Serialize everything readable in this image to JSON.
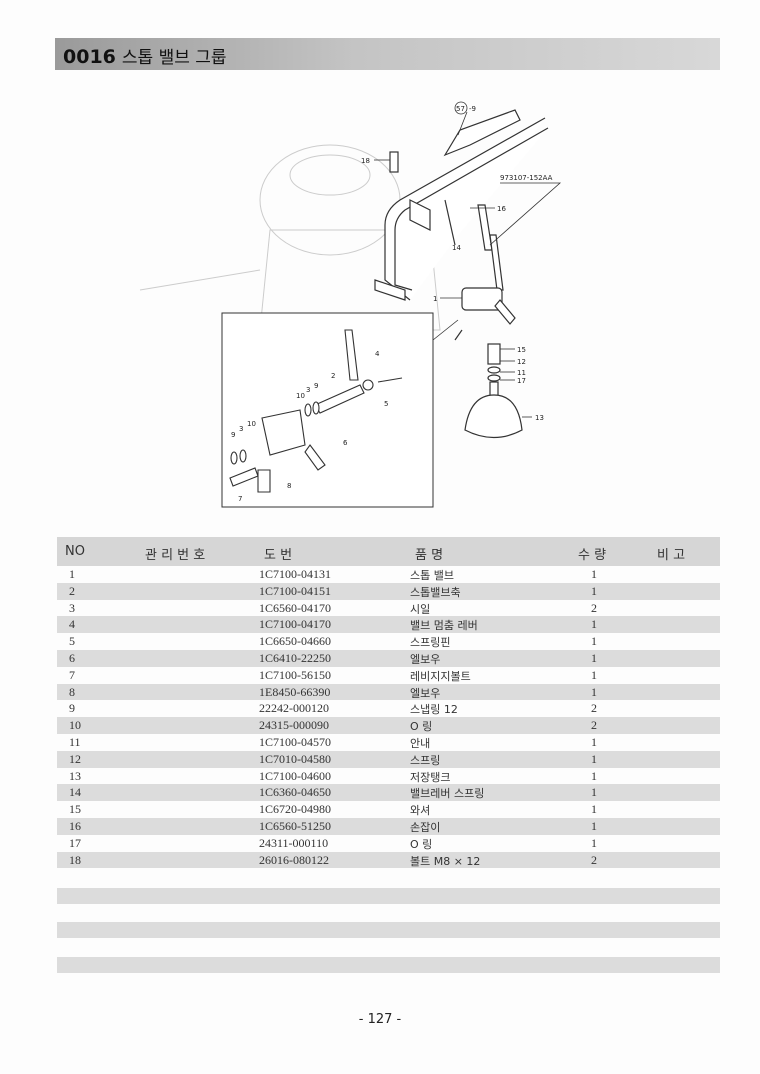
{
  "header": {
    "code": "0016",
    "title": "스톱 밸브 그룹"
  },
  "diagram": {
    "callouts": {
      "ref": "57",
      "ref_suffix": "-9",
      "drawing_no": "973107-152AA",
      "c18": "18",
      "c16": "16",
      "c14": "14",
      "c1": "1",
      "c15": "15",
      "c12": "12",
      "c11": "11",
      "c17": "17",
      "c13": "13",
      "c4": "4",
      "c2": "2",
      "c3a": "3",
      "c9a": "9",
      "c10a": "10",
      "c5": "5",
      "c6": "6",
      "c10b": "10",
      "c3b": "3",
      "c9b": "9",
      "c7": "7",
      "c8": "8"
    }
  },
  "table": {
    "headers": {
      "no": "NO",
      "mgmt": "관 리 번 호",
      "drawing": "도     번",
      "name": "품     명",
      "qty": "수 량",
      "note": "비   고"
    },
    "rows": [
      {
        "no": "1",
        "part": "1C7100-04131",
        "name": "스톱 밸브",
        "qty": "1"
      },
      {
        "no": "2",
        "part": "1C7100-04151",
        "name": "스톱밸브축",
        "qty": "1"
      },
      {
        "no": "3",
        "part": "1C6560-04170",
        "name": "시일",
        "qty": "2"
      },
      {
        "no": "4",
        "part": "1C7100-04170",
        "name": "밸브 멈춤 레버",
        "qty": "1"
      },
      {
        "no": "5",
        "part": "1C6650-04660",
        "name": "스프링핀",
        "qty": "1"
      },
      {
        "no": "6",
        "part": "1C6410-22250",
        "name": "엘보우",
        "qty": "1"
      },
      {
        "no": "7",
        "part": "1C7100-56150",
        "name": "레비지지볼트",
        "qty": "1"
      },
      {
        "no": "8",
        "part": "1E8450-66390",
        "name": "엘보우",
        "qty": "1"
      },
      {
        "no": "9",
        "part": "22242-000120",
        "name": "스냅링 12",
        "qty": "2"
      },
      {
        "no": "10",
        "part": "24315-000090",
        "name": "O 링",
        "qty": "2"
      },
      {
        "no": "11",
        "part": "1C7100-04570",
        "name": "안내",
        "qty": "1"
      },
      {
        "no": "12",
        "part": "1C7010-04580",
        "name": "스프링",
        "qty": "1"
      },
      {
        "no": "13",
        "part": "1C7100-04600",
        "name": "저장탱크",
        "qty": "1"
      },
      {
        "no": "14",
        "part": "1C6360-04650",
        "name": "밸브레버 스프링",
        "qty": "1"
      },
      {
        "no": "15",
        "part": "1C6720-04980",
        "name": "와셔",
        "qty": "1"
      },
      {
        "no": "16",
        "part": "1C6560-51250",
        "name": "손잡이",
        "qty": "1"
      },
      {
        "no": "17",
        "part": "24311-000110",
        "name": "O 링",
        "qty": "1"
      },
      {
        "no": "18",
        "part": "26016-080122",
        "name": "볼트 M8 × 12",
        "qty": "2"
      }
    ]
  },
  "footer": {
    "page": "- 127 -"
  }
}
